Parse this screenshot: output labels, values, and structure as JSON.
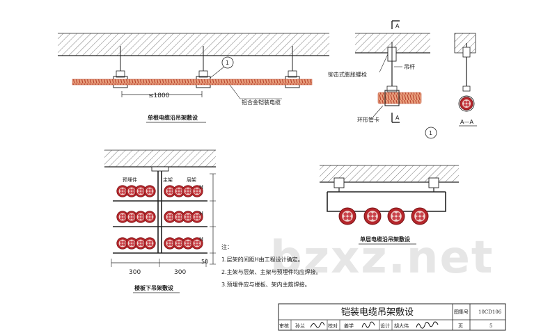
{
  "watermark": "bzxz.net",
  "top_left": {
    "title": "单根电缆沿吊架敷设",
    "spacing": "≤1800",
    "cable_label": "铝合金铠装电缆",
    "circle_ref": "1"
  },
  "top_right": {
    "section_mark": "A",
    "anchor_label": "铆击式膨胀螺栓",
    "rod_label": "吊杆",
    "clamp_label": "环形管卡",
    "section_label": "A—A",
    "circle_ref": "1"
  },
  "bottom_left": {
    "title": "楼板下吊架敷设",
    "embedded_label": "预埋件",
    "main_frame_label": "主架",
    "layer_frame_label": "层架",
    "dim_h": "H",
    "dim_50": "50",
    "dim_300": "300"
  },
  "bottom_right": {
    "title": "单层电缆沿吊架敷设"
  },
  "notes": {
    "heading": "注：",
    "items": [
      "1.层架的间距H由工程设计确定。",
      "2.主架与层架、主架与预埋件均应焊接。",
      "3.预埋件应与楼板、架内主筋焊接。"
    ]
  },
  "title_block": {
    "drawing_title": "铠装电缆吊架敷设",
    "atlas_label": "图集号",
    "atlas_no": "10CD106",
    "review_label": "审核",
    "reviewer": "孙兰",
    "check_label": "校对",
    "checker": "姜学",
    "design_label": "设计",
    "designer": "胡大伟",
    "page_label": "页",
    "page_no": "5"
  }
}
